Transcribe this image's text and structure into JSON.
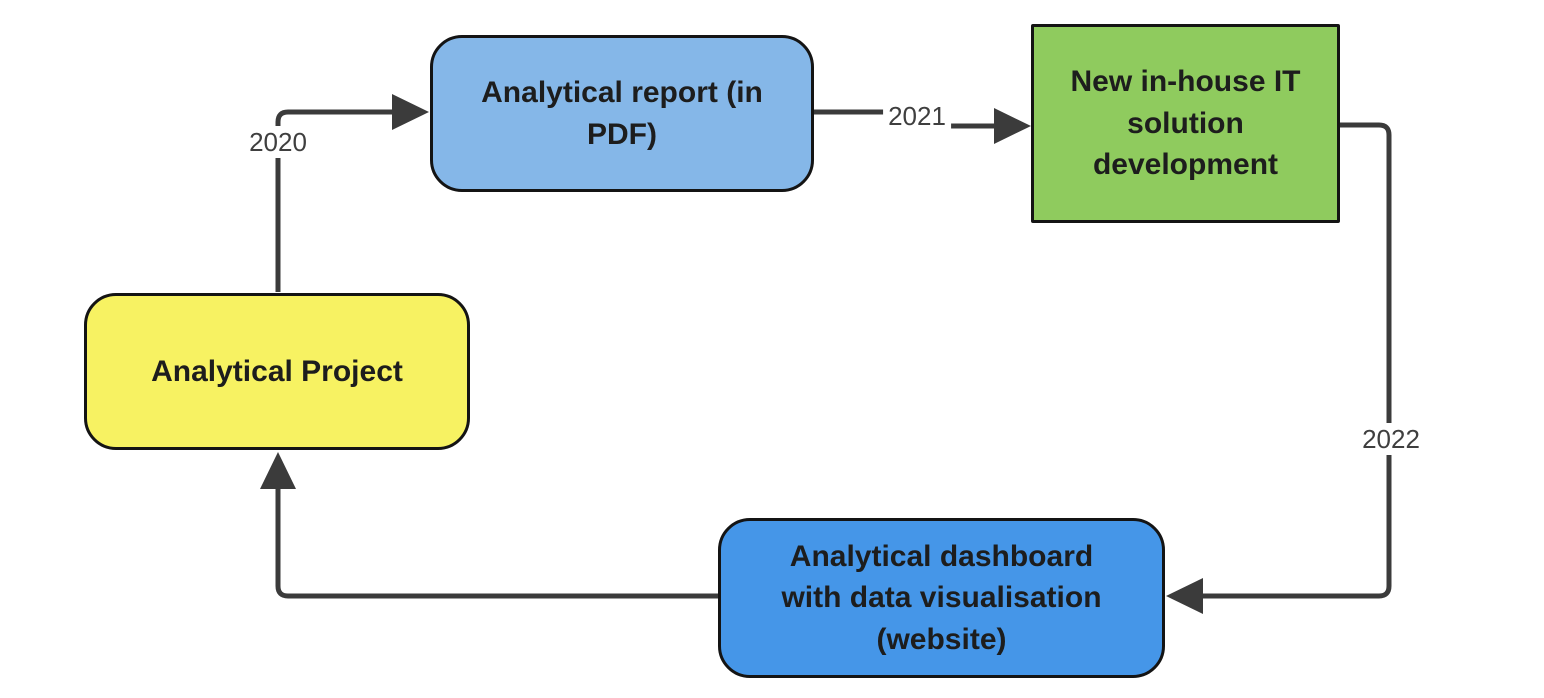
{
  "diagram": {
    "background_color": "#ffffff",
    "connector_color": "#3b3b3b",
    "node_border_color": "#141414",
    "node_text_color": "#1d1d1d",
    "edge_label_color": "#3f3f3f",
    "nodes": [
      {
        "id": "analytical-project",
        "label": "Analytical Project",
        "fill": "#f7f262",
        "shape": "rounded-rectangle"
      },
      {
        "id": "analytical-report",
        "label": "Analytical report (in\nPDF)",
        "fill": "#85b7e8",
        "shape": "rounded-rectangle"
      },
      {
        "id": "it-solution",
        "label": "New in-house IT\nsolution\ndevelopment",
        "fill": "#8fcb5e",
        "shape": "rectangle"
      },
      {
        "id": "dashboard",
        "label": "Analytical dashboard\nwith data visualisation\n(website)",
        "fill": "#4596e8",
        "shape": "rounded-rectangle"
      }
    ],
    "edges": [
      {
        "from": "analytical-project",
        "to": "analytical-report",
        "label": "2020"
      },
      {
        "from": "analytical-report",
        "to": "it-solution",
        "label": "2021"
      },
      {
        "from": "it-solution",
        "to": "dashboard",
        "label": "2022"
      },
      {
        "from": "dashboard",
        "to": "analytical-project",
        "label": ""
      }
    ]
  }
}
